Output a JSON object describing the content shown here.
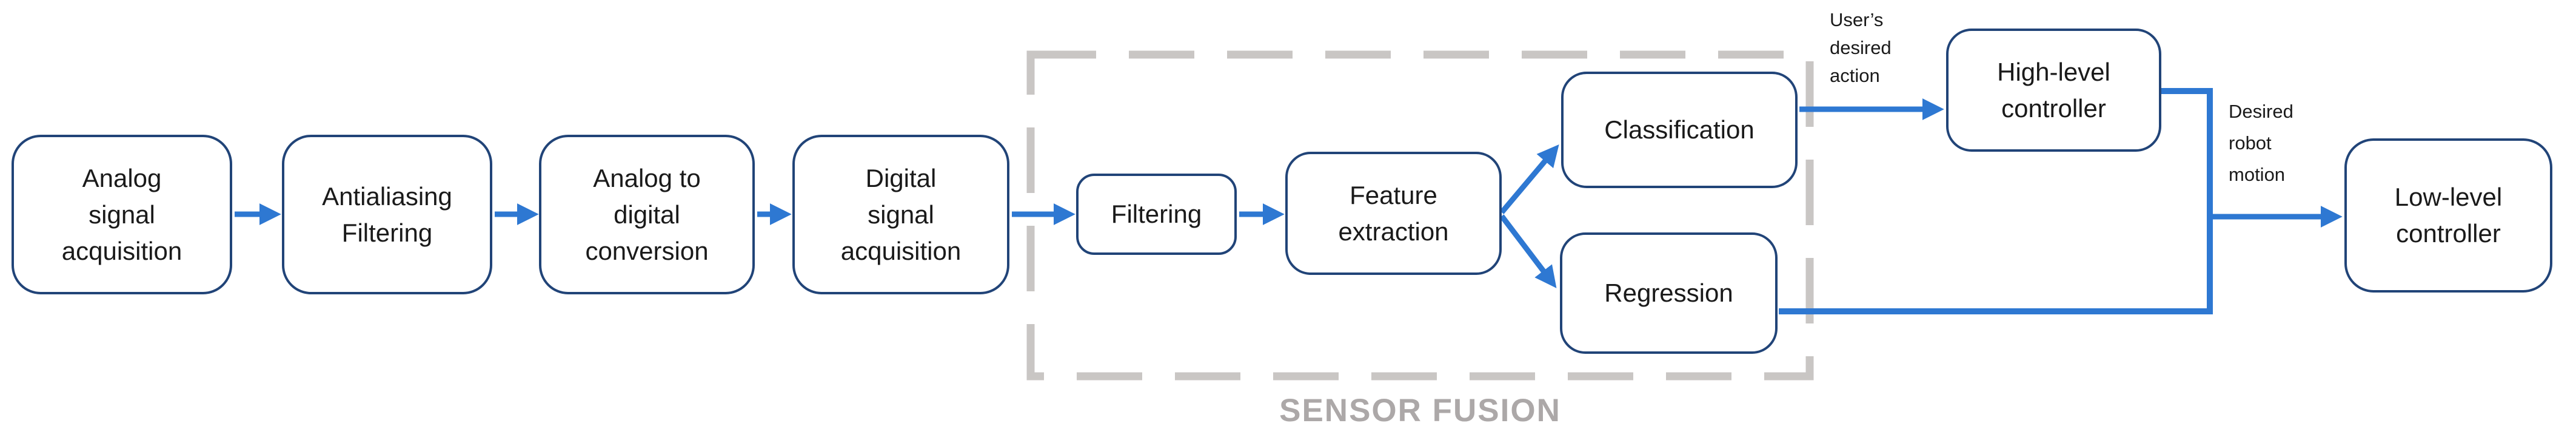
{
  "diagram": {
    "nodes": {
      "analog_acquisition": {
        "label": "Analog\nsignal\nacquisition"
      },
      "antialiasing": {
        "label": "Antialiasing\nFiltering"
      },
      "adc": {
        "label": "Analog to\ndigital\nconversion"
      },
      "digital_acquisition": {
        "label": "Digital\nsignal\nacquisition"
      },
      "filtering": {
        "label": "Filtering"
      },
      "feature_extraction": {
        "label": "Feature\nextraction"
      },
      "classification": {
        "label": "Classification"
      },
      "regression": {
        "label": "Regression"
      },
      "high_level_controller": {
        "label": "High-level\ncontroller"
      },
      "low_level_controller": {
        "label": "Low-level\ncontroller"
      }
    },
    "annotations": {
      "sensor_fusion_region": "SENSOR FUSION",
      "users_desired_action": "User’s\ndesired\naction",
      "desired_robot_motion": "Desired\nrobot\nmotion"
    },
    "colors": {
      "box_border": "#214478",
      "arrow": "#2E78D2",
      "dashed_region": "#C9C6C4",
      "region_label": "#ACA8A8",
      "text": "#1A1A1A",
      "background": "#FFFFFF"
    }
  }
}
